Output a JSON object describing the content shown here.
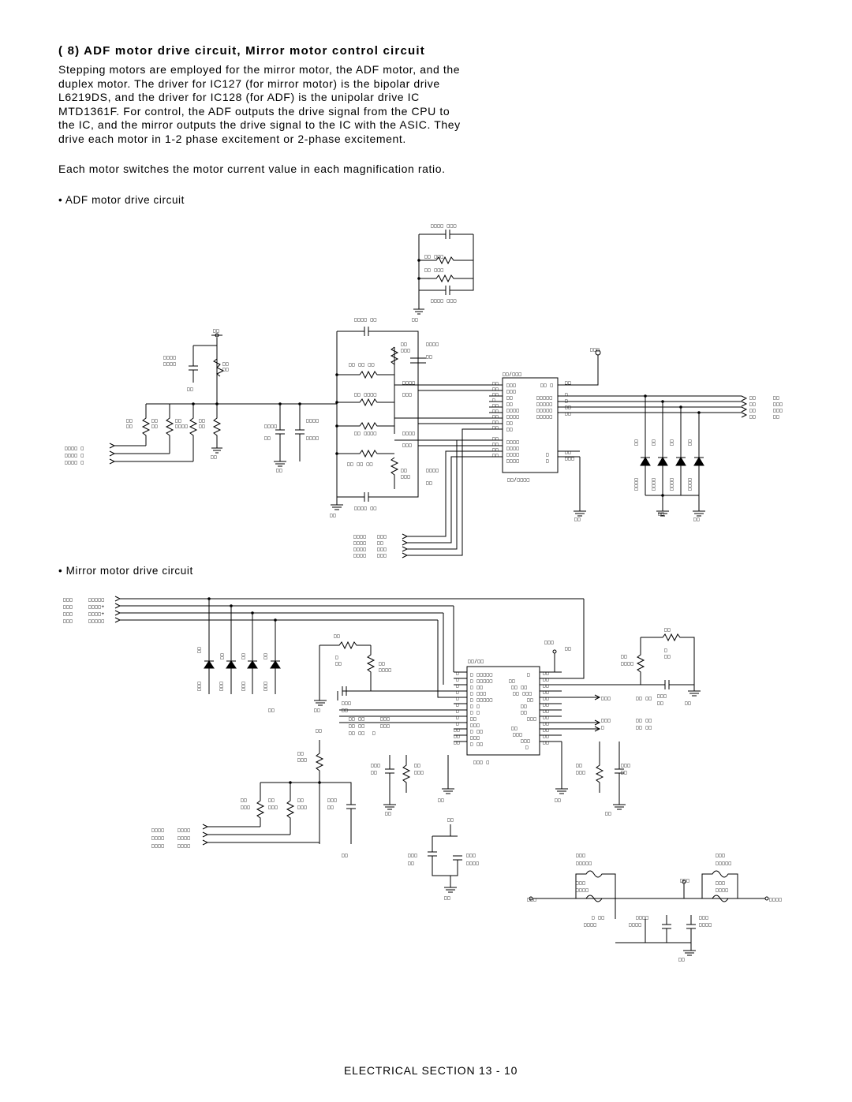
{
  "heading": "( 8) ADF motor drive circuit, Mirror motor control circuit",
  "paragraph1": "Stepping motors are employed for the mirror motor, the ADF motor, and the duplex motor. The driver for IC127 (for mirror motor) is the bipolar drive L6219DS, and the driver for IC128 (for ADF) is the unipolar drive IC MTD1361F. For control, the ADF outputs the drive signal from the CPU to the IC, and the mirror outputs the drive signal to the IC with the ASIC. They drive each motor in 1-2 phase excitement or 2-phase excitement.",
  "paragraph2": "Each motor switches the motor current value in each magnification ratio.",
  "bullet_adf": "• ADF motor drive circuit",
  "bullet_mirror": "• Mirror motor drive circuit",
  "footer": "ELECTRICAL SECTION 13 - 10"
}
